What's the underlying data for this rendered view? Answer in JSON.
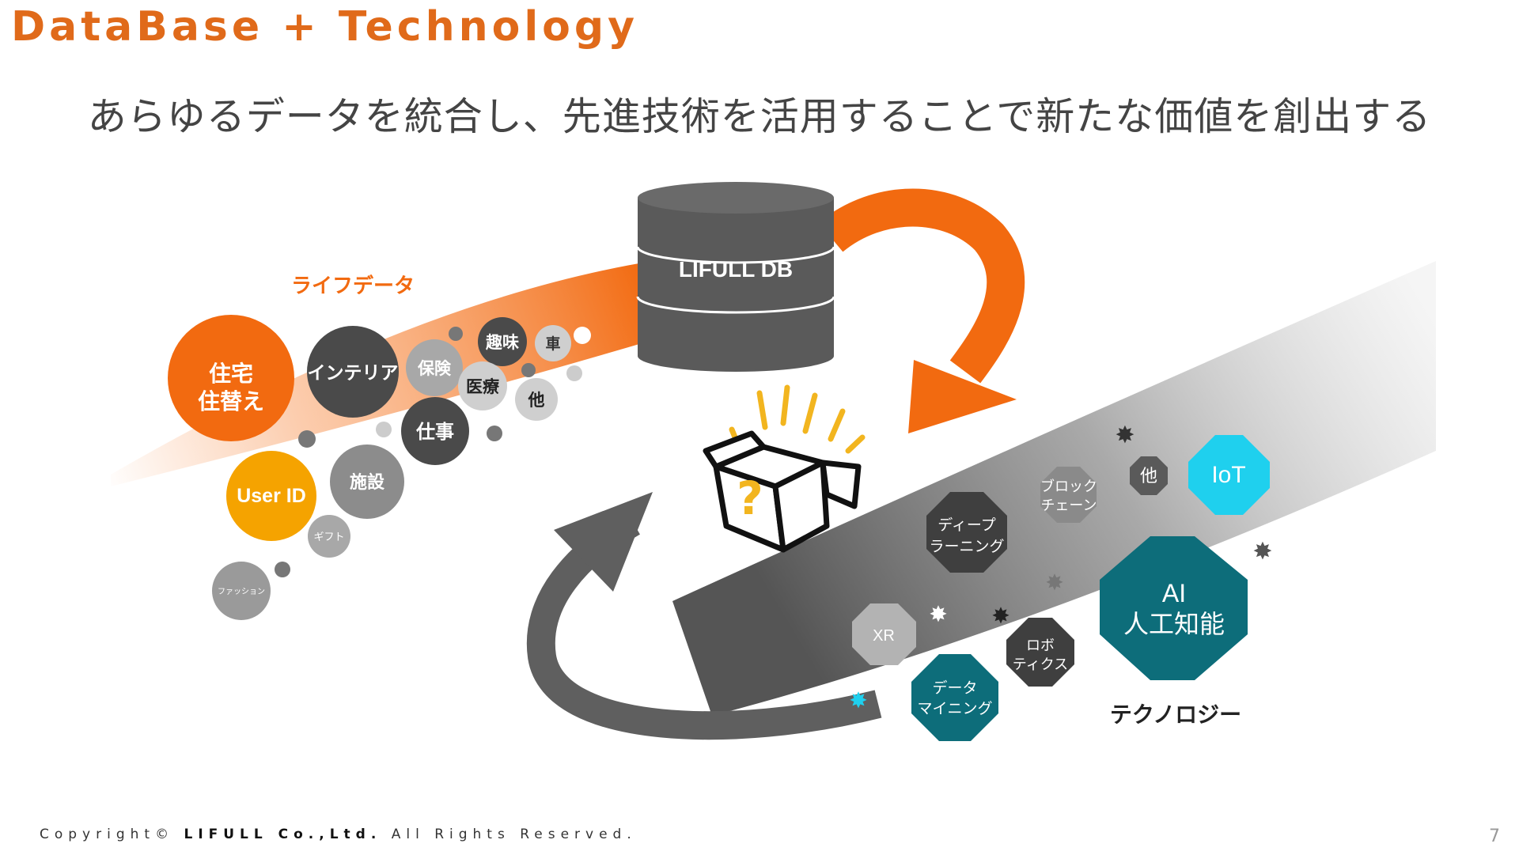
{
  "slide": {
    "title": "DataBase + Technology",
    "subtitle": "あらゆるデータを統合し、先進技術を活用することで新たな価値を創出する",
    "page_number": "7",
    "footer": {
      "prefix": "Copyright© ",
      "company": "LIFULL Co.,Ltd.",
      "suffix": " All Rights Reserved."
    }
  },
  "diagram": {
    "database_label": "LIFULL DB",
    "life_data_label": "ライフデータ",
    "technology_label": "テクノロジー",
    "colors": {
      "accent_orange": "#f26a10",
      "user_id_yellow": "#f5a300",
      "dark_gray": "#4a4a4a",
      "teal": "#0d6d7a",
      "cyan": "#1fd0ee"
    },
    "life_data_items": {
      "housing": [
        "住宅",
        "住替え"
      ],
      "interior": "インテリア",
      "insurance": "保険",
      "hobby": "趣味",
      "car": "車",
      "medical": "医療",
      "other": "他",
      "work": "仕事",
      "user_id": "User ID",
      "facility": "施設",
      "gift": "ギフト",
      "fashion": "ファッション"
    },
    "technology_items": {
      "deep_learning": [
        "ディープ",
        "ラーニング"
      ],
      "blockchain": [
        "ブロック",
        "チェーン"
      ],
      "other": "他",
      "iot": "IoT",
      "ai": [
        "AI",
        "人工知能"
      ],
      "xr": "XR",
      "robotics": [
        "ロボ",
        "ティクス"
      ],
      "data_mining": [
        "データ",
        "マイニング"
      ]
    }
  }
}
